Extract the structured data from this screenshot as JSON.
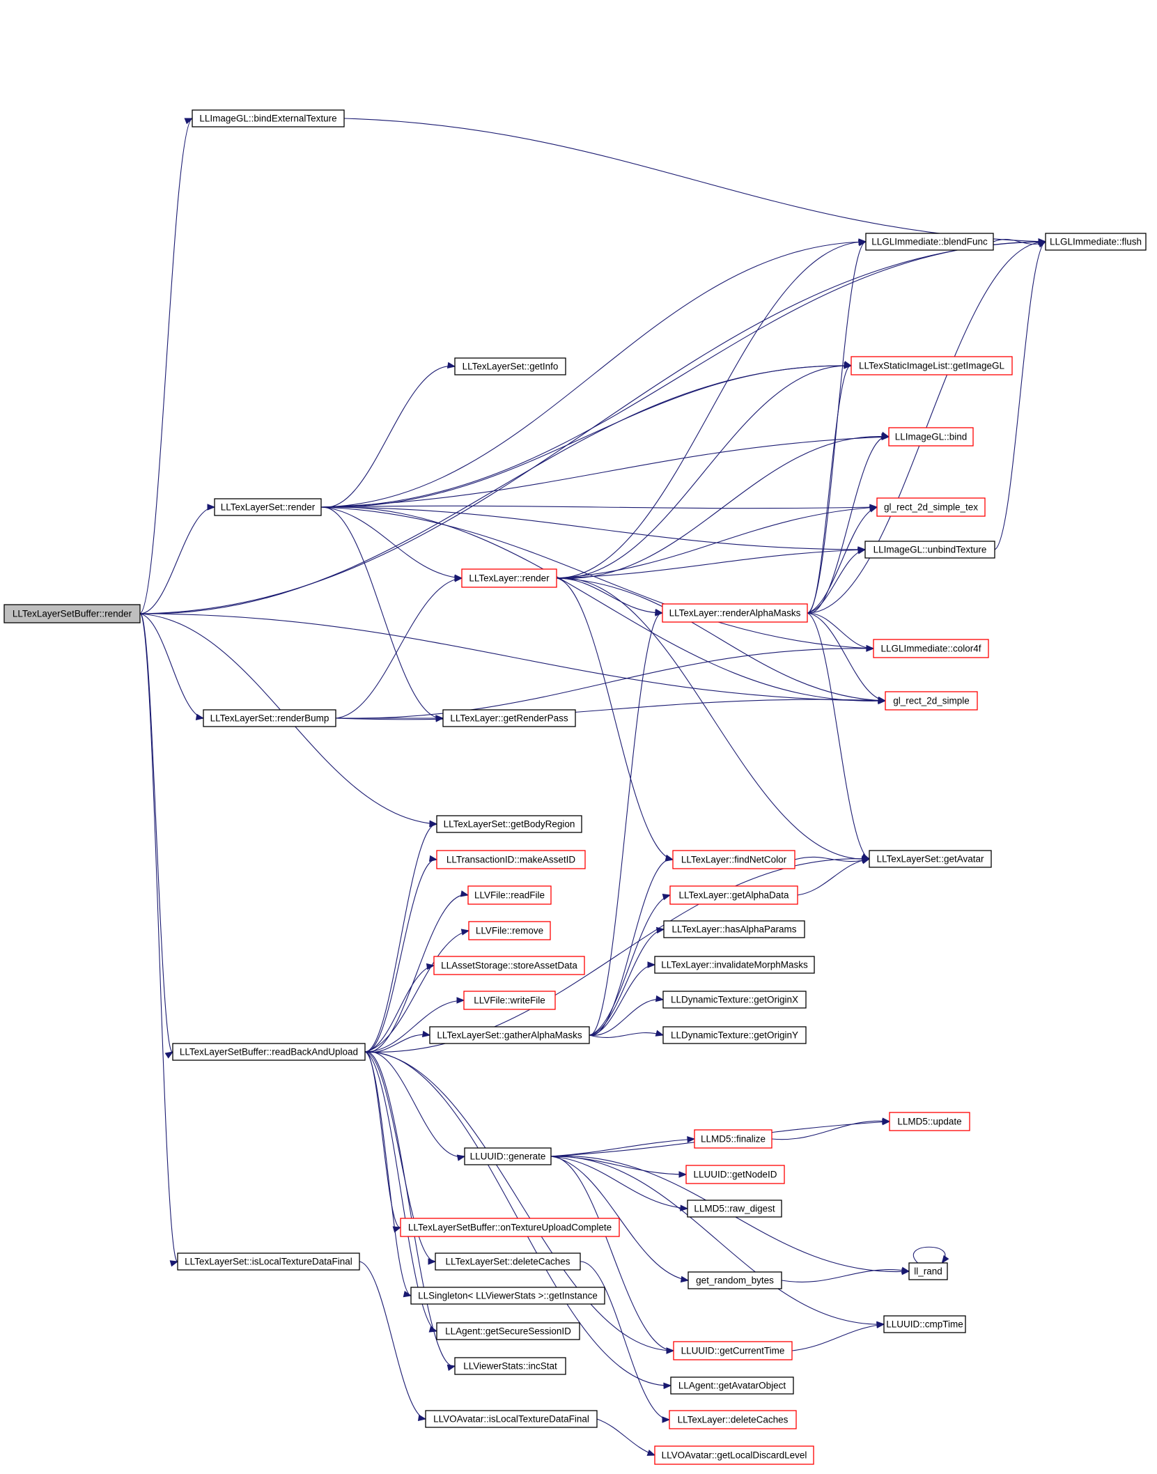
{
  "graph": {
    "colors": {
      "edge": "#191970",
      "node_border": "#000000",
      "truncated_border": "#ff0000",
      "root_fill": "#bfbfbf",
      "node_fill": "#ffffff"
    },
    "nodes": [
      {
        "id": "root",
        "label": "LLTexLayerSetBuffer::render",
        "style": "root"
      },
      {
        "id": "bindExt",
        "label": "LLImageGL::bindExternalTexture",
        "style": "normal"
      },
      {
        "id": "flush",
        "label": "LLGLImmediate::flush",
        "style": "normal"
      },
      {
        "id": "blend",
        "label": "LLGLImmediate::blendFunc",
        "style": "normal"
      },
      {
        "id": "getImageGL",
        "label": "LLTexStaticImageList::getImageGL",
        "style": "truncated"
      },
      {
        "id": "getInfo",
        "label": "LLTexLayerSet::getInfo",
        "style": "normal"
      },
      {
        "id": "bind",
        "label": "LLImageGL::bind",
        "style": "truncated"
      },
      {
        "id": "tsRender",
        "label": "LLTexLayerSet::render",
        "style": "normal"
      },
      {
        "id": "rectTex",
        "label": "gl_rect_2d_simple_tex",
        "style": "truncated"
      },
      {
        "id": "unbind",
        "label": "LLImageGL::unbindTexture",
        "style": "normal"
      },
      {
        "id": "tlRender",
        "label": "LLTexLayer::render",
        "style": "truncated"
      },
      {
        "id": "rAlpha",
        "label": "LLTexLayer::renderAlphaMasks",
        "style": "truncated"
      },
      {
        "id": "color4f",
        "label": "LLGLImmediate::color4f",
        "style": "truncated"
      },
      {
        "id": "rect2d",
        "label": "gl_rect_2d_simple",
        "style": "truncated"
      },
      {
        "id": "renderBump",
        "label": "LLTexLayerSet::renderBump",
        "style": "normal"
      },
      {
        "id": "getRenderPass",
        "label": "LLTexLayer::getRenderPass",
        "style": "normal"
      },
      {
        "id": "getBody",
        "label": "LLTexLayerSet::getBodyRegion",
        "style": "normal"
      },
      {
        "id": "makeAsset",
        "label": "LLTransactionID::makeAssetID",
        "style": "truncated"
      },
      {
        "id": "findNet",
        "label": "LLTexLayer::findNetColor",
        "style": "truncated"
      },
      {
        "id": "getAvatar",
        "label": "LLTexLayerSet::getAvatar",
        "style": "normal"
      },
      {
        "id": "readFile",
        "label": "LLVFile::readFile",
        "style": "truncated"
      },
      {
        "id": "getAlphaData",
        "label": "LLTexLayer::getAlphaData",
        "style": "truncated"
      },
      {
        "id": "hasAlpha",
        "label": "LLTexLayer::hasAlphaParams",
        "style": "normal"
      },
      {
        "id": "vfRemove",
        "label": "LLVFile::remove",
        "style": "truncated"
      },
      {
        "id": "storeAsset",
        "label": "LLAssetStorage::storeAssetData",
        "style": "truncated"
      },
      {
        "id": "invMorph",
        "label": "LLTexLayer::invalidateMorphMasks",
        "style": "normal"
      },
      {
        "id": "writeFile",
        "label": "LLVFile::writeFile",
        "style": "truncated"
      },
      {
        "id": "originX",
        "label": "LLDynamicTexture::getOriginX",
        "style": "normal"
      },
      {
        "id": "gather",
        "label": "LLTexLayerSet::gatherAlphaMasks",
        "style": "normal"
      },
      {
        "id": "originY",
        "label": "LLDynamicTexture::getOriginY",
        "style": "normal"
      },
      {
        "id": "readBack",
        "label": "LLTexLayerSetBuffer::readBackAndUpload",
        "style": "normal"
      },
      {
        "id": "md5update",
        "label": "LLMD5::update",
        "style": "truncated"
      },
      {
        "id": "md5final",
        "label": "LLMD5::finalize",
        "style": "truncated"
      },
      {
        "id": "generate",
        "label": "LLUUID::generate",
        "style": "normal"
      },
      {
        "id": "nodeID",
        "label": "LLUUID::getNodeID",
        "style": "truncated"
      },
      {
        "id": "rawDigest",
        "label": "LLMD5::raw_digest",
        "style": "normal"
      },
      {
        "id": "onUpload",
        "label": "LLTexLayerSetBuffer::onTextureUploadComplete",
        "style": "truncated"
      },
      {
        "id": "deleteCaches",
        "label": "LLTexLayerSet::deleteCaches",
        "style": "normal"
      },
      {
        "id": "llrand",
        "label": "ll_rand",
        "style": "normal"
      },
      {
        "id": "isLocal",
        "label": "LLTexLayerSet::isLocalTextureDataFinal",
        "style": "normal"
      },
      {
        "id": "randBytes",
        "label": "get_random_bytes",
        "style": "normal"
      },
      {
        "id": "singleton",
        "label": "LLSingleton< LLViewerStats >::getInstance",
        "style": "normal"
      },
      {
        "id": "cmpTime",
        "label": "LLUUID::cmpTime",
        "style": "normal"
      },
      {
        "id": "secSess",
        "label": "LLAgent::getSecureSessionID",
        "style": "normal"
      },
      {
        "id": "curTime",
        "label": "LLUUID::getCurrentTime",
        "style": "truncated"
      },
      {
        "id": "incStat",
        "label": "LLViewerStats::incStat",
        "style": "normal"
      },
      {
        "id": "avObj",
        "label": "LLAgent::getAvatarObject",
        "style": "normal"
      },
      {
        "id": "voLocal",
        "label": "LLVOAvatar::isLocalTextureDataFinal",
        "style": "normal"
      },
      {
        "id": "tlDelete",
        "label": "LLTexLayer::deleteCaches",
        "style": "truncated"
      },
      {
        "id": "discard",
        "label": "LLVOAvatar::getLocalDiscardLevel",
        "style": "truncated"
      }
    ],
    "edges": [
      [
        "root",
        "bindExt"
      ],
      [
        "root",
        "flush"
      ],
      [
        "root",
        "tsRender"
      ],
      [
        "root",
        "renderBump"
      ],
      [
        "root",
        "getBody"
      ],
      [
        "root",
        "readBack"
      ],
      [
        "root",
        "isLocal"
      ],
      [
        "root",
        "rect2d"
      ],
      [
        "root",
        "getImageGL"
      ],
      [
        "bindExt",
        "flush"
      ],
      [
        "blend",
        "flush"
      ],
      [
        "tsRender",
        "blend"
      ],
      [
        "tsRender",
        "flush"
      ],
      [
        "tsRender",
        "getImageGL"
      ],
      [
        "tsRender",
        "getInfo"
      ],
      [
        "tsRender",
        "bind"
      ],
      [
        "tsRender",
        "rectTex"
      ],
      [
        "tsRender",
        "unbind"
      ],
      [
        "tsRender",
        "tlRender"
      ],
      [
        "tsRender",
        "color4f"
      ],
      [
        "tsRender",
        "rect2d"
      ],
      [
        "tsRender",
        "getRenderPass"
      ],
      [
        "tlRender",
        "blend"
      ],
      [
        "tlRender",
        "getImageGL"
      ],
      [
        "tlRender",
        "bind"
      ],
      [
        "tlRender",
        "rectTex"
      ],
      [
        "tlRender",
        "unbind"
      ],
      [
        "tlRender",
        "rAlpha"
      ],
      [
        "tlRender",
        "rect2d"
      ],
      [
        "tlRender",
        "findNet"
      ],
      [
        "tlRender",
        "getAvatar"
      ],
      [
        "rAlpha",
        "blend"
      ],
      [
        "rAlpha",
        "flush"
      ],
      [
        "rAlpha",
        "getImageGL"
      ],
      [
        "rAlpha",
        "bind"
      ],
      [
        "rAlpha",
        "rectTex"
      ],
      [
        "rAlpha",
        "unbind"
      ],
      [
        "rAlpha",
        "color4f"
      ],
      [
        "rAlpha",
        "rect2d"
      ],
      [
        "rAlpha",
        "getAvatar"
      ],
      [
        "unbind",
        "flush"
      ],
      [
        "renderBump",
        "tlRender"
      ],
      [
        "renderBump",
        "getRenderPass"
      ],
      [
        "renderBump",
        "color4f"
      ],
      [
        "renderBump",
        "rect2d"
      ],
      [
        "findNet",
        "getAvatar"
      ],
      [
        "getAlphaData",
        "getAvatar"
      ],
      [
        "readBack",
        "getBody"
      ],
      [
        "readBack",
        "makeAsset"
      ],
      [
        "readBack",
        "readFile"
      ],
      [
        "readBack",
        "vfRemove"
      ],
      [
        "readBack",
        "storeAsset"
      ],
      [
        "readBack",
        "writeFile"
      ],
      [
        "readBack",
        "gather"
      ],
      [
        "readBack",
        "getAvatar"
      ],
      [
        "readBack",
        "generate"
      ],
      [
        "readBack",
        "onUpload"
      ],
      [
        "readBack",
        "deleteCaches"
      ],
      [
        "readBack",
        "singleton"
      ],
      [
        "readBack",
        "secSess"
      ],
      [
        "readBack",
        "incStat"
      ],
      [
        "readBack",
        "avObj"
      ],
      [
        "readBack",
        "curTime"
      ],
      [
        "gather",
        "rAlpha"
      ],
      [
        "gather",
        "findNet"
      ],
      [
        "gather",
        "getAlphaData"
      ],
      [
        "gather",
        "hasAlpha"
      ],
      [
        "gather",
        "invMorph"
      ],
      [
        "gather",
        "originX"
      ],
      [
        "gather",
        "originY"
      ],
      [
        "generate",
        "md5update"
      ],
      [
        "generate",
        "md5final"
      ],
      [
        "generate",
        "nodeID"
      ],
      [
        "generate",
        "rawDigest"
      ],
      [
        "generate",
        "randBytes"
      ],
      [
        "generate",
        "llrand"
      ],
      [
        "generate",
        "cmpTime"
      ],
      [
        "generate",
        "curTime"
      ],
      [
        "md5final",
        "md5update"
      ],
      [
        "randBytes",
        "llrand"
      ],
      [
        "llrand",
        "llrand"
      ],
      [
        "curTime",
        "cmpTime"
      ],
      [
        "deleteCaches",
        "tlDelete"
      ],
      [
        "isLocal",
        "voLocal"
      ],
      [
        "voLocal",
        "discard"
      ]
    ]
  }
}
